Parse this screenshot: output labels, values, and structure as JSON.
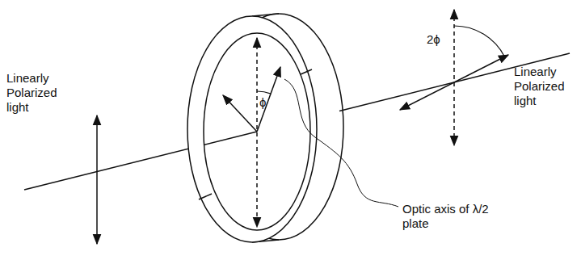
{
  "diagram": {
    "labels": [
      "Linearly Polarized light",
      "ϕ",
      "2ϕ",
      "Linearly Polarized light",
      "Optic axis of λ/2 plate"
    ]
  }
}
